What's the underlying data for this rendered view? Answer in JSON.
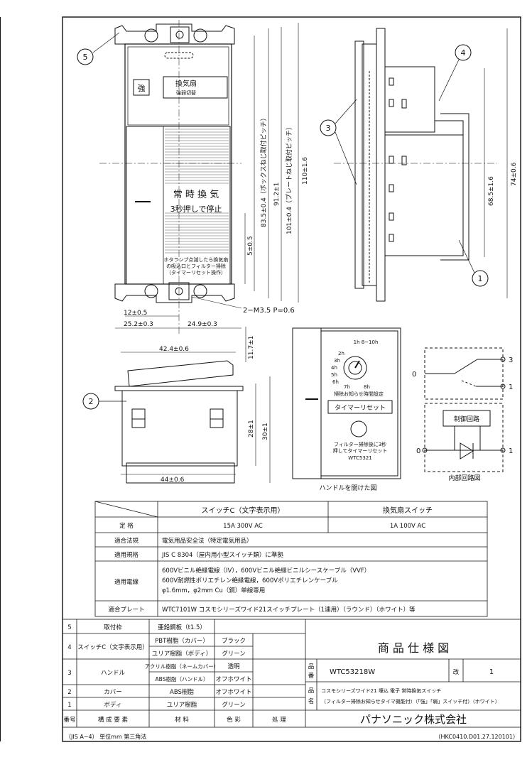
{
  "callouts": {
    "c1": "1",
    "c2": "2",
    "c3": "3",
    "c4": "4",
    "c5": "5"
  },
  "front": {
    "button_top_mark": "強",
    "label_title": "換気扇",
    "label_sub": "強弱切替",
    "big_text_1": "常 時 換 気",
    "big_text_2": "3秒押しで停止",
    "lamp_note_1": "ホタランプ点滅したら換気扇",
    "lamp_note_2": "の吸込口とフィルター掃除",
    "lamp_note_3": "（タイマーリセット操作）"
  },
  "dims": {
    "d12": "12±0.5",
    "d252": "25.2±0.3",
    "d249": "24.9±0.3",
    "screw": "2−M3.5 P=0.6",
    "d835": "83.5±0.4（ボックスねじ取付ピッチ）",
    "d912": "91.2±1",
    "d101": "101±0.4（プレートねじ取付ピッチ）",
    "d110": "110±1.6",
    "d5": "5±0.5",
    "d424": "42.4±0.6",
    "d117": "11.7±1",
    "d28": "28±1",
    "d30": "30±1",
    "d44": "44±0.6",
    "d68": "68.5±1.6",
    "d74": "74±0.6"
  },
  "timer": {
    "scale_top": "1h 8~10h",
    "scale_labels": [
      "2h",
      "3h",
      "4h",
      "5h",
      "6h",
      "7h",
      "8h"
    ],
    "setting_caption": "掃除お知らせ時間設定",
    "reset_label": "タイマーリセット",
    "note_1": "フィルター掃除後に3秒",
    "note_2": "押してタイマーリセット",
    "model": "WTC5321",
    "caption": "ハンドルを開けた図"
  },
  "circuit": {
    "t3": "3",
    "t1a": "1",
    "t0a": "0",
    "t0b": "0",
    "t1b": "1",
    "control_label": "制御回路",
    "caption": "内部回路図"
  },
  "specs": {
    "col1": "スイッチC（文字表示用）",
    "col2": "換気扇スイッチ",
    "rows": [
      {
        "label": "定 格",
        "v1": "15A 300V AC",
        "v2": "1A 100V AC"
      },
      {
        "label": "適合法規",
        "v": "電気用品安全法（特定電気用品）"
      },
      {
        "label": "適用規格",
        "v": "JIS C 8304（屋内用小型スイッチ類）に準拠"
      },
      {
        "label": "適用電線",
        "lines": [
          "600Vビニル絶縁電線（IV），600Vビニル絶縁ビニルシースケーブル（VVF）",
          "600V耐燃性ポリエチレン絶縁電線，600Vポリエチレンケーブル",
          "φ1.6mm，φ2mm Cu（銅）単線専用"
        ]
      },
      {
        "label": "適合プレート",
        "v": "WTC7101W コスモシリーズワイド21スイッチプレート（1連用）（ラウンド）（ホワイト）等"
      }
    ]
  },
  "parts": {
    "rows": [
      {
        "no": "5",
        "name": "取付枠",
        "material": "亜鉛鋼板（t1.5）",
        "color": ""
      },
      {
        "no": "4",
        "name": "スイッチC（文字表示用）",
        "materials": [
          "PBT樹脂（カバー）",
          "ユリア樹脂（ボディ）"
        ],
        "colors": [
          "ブラック",
          "グリーン"
        ]
      },
      {
        "no": "3",
        "name": "ハンドル",
        "materials": [
          "アクリル樹脂（ネームカバー）",
          "ABS樹脂（ハンドル）"
        ],
        "colors": [
          "透明",
          "オフホワイト"
        ]
      },
      {
        "no": "2",
        "name": "カバー",
        "material": "ABS樹脂",
        "color": "オフホワイト"
      },
      {
        "no": "1",
        "name": "ボディ",
        "material": "ユリア樹脂",
        "color": "グリーン"
      }
    ],
    "header": {
      "no": "番号",
      "name": "構 成 要 素",
      "material": "材 料",
      "color": "色 彩",
      "process": "処 理"
    }
  },
  "title_block": {
    "title": "商 品 仕 様 図",
    "hin_ban_label_1": "品",
    "hin_ban_label_2": "番",
    "product_no": "WTC53218W",
    "kai_label": "改",
    "kai_value": "1",
    "hin_mei_label_1": "品",
    "hin_mei_label_2": "名",
    "name_1": "コスモシリーズワイド21 埋込 電子 常時換気スイッチ",
    "name_2": "（フィルター掃除お知らせタイマ機能付）（「強」「弱」スイッチ付）（ホワイト）",
    "company": "パナソニック株式会社"
  },
  "footer": {
    "left": "（JIS A−4） 単位mm 第三角法",
    "right": "（HKC0410.D01.27.120101）"
  }
}
